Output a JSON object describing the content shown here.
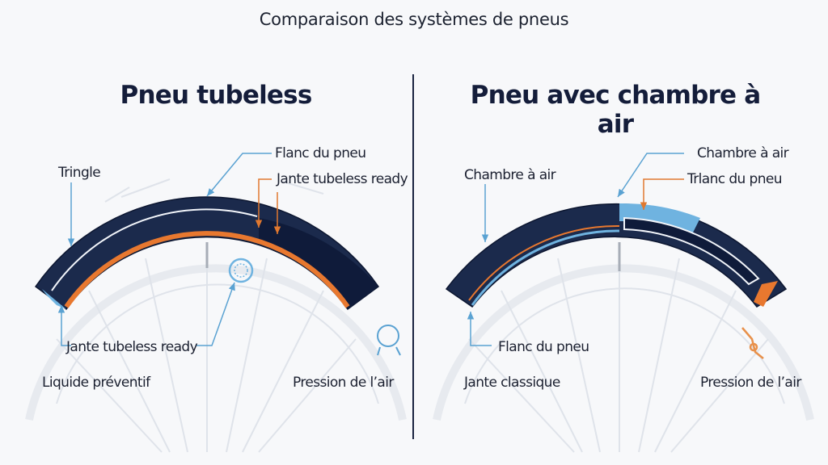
{
  "header": {
    "title": "Comparaison des systèmes de pneus"
  },
  "left_panel": {
    "title": "Pneu tubeless",
    "labels": {
      "tringle": "Tringle",
      "flanc": "Flanc du pneu",
      "jante_top": "Jante tubeless ready",
      "jante_bottom": "Jante tubeless ready",
      "liquide": "Liquide préventif",
      "pression": "Pression de l’air"
    }
  },
  "right_panel": {
    "title": "Pneu avec chambre à air",
    "labels": {
      "chambre_left": "Chambre à air",
      "chambre_top": "Chambre à air",
      "trlanc": "Trlanc du pneu",
      "flanc": "Flanc du pneu",
      "jante": "Jante classique",
      "pression": "Pression de l’air"
    }
  },
  "colors": {
    "tire_navy": "#1b2a4c",
    "tire_dark": "#0f1b3a",
    "rim_orange": "#e8782f",
    "blue_accent": "#6fb3e0",
    "leader_blue": "#5aa2d2",
    "leader_orange": "#e0782f"
  }
}
